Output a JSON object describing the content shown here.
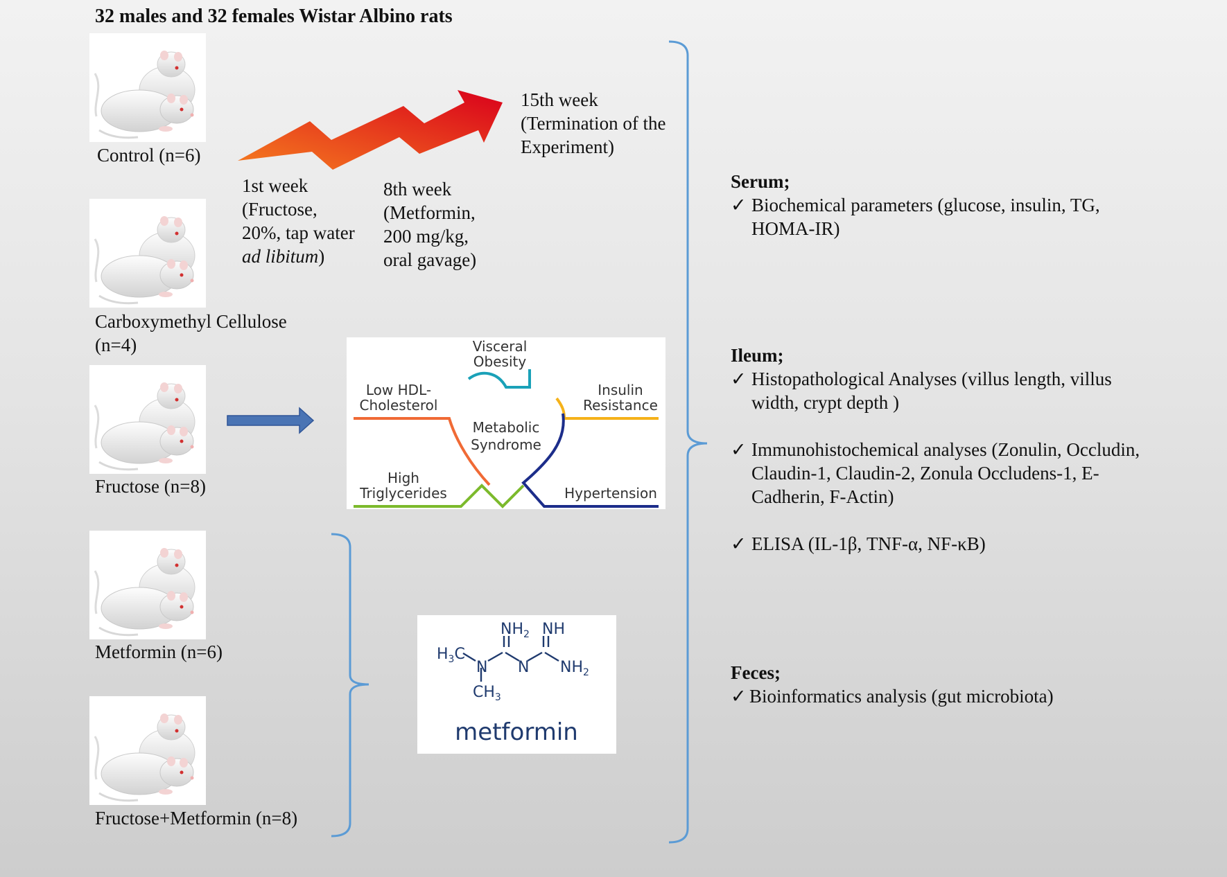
{
  "title": "32 males and 32 females Wistar Albino rats",
  "groups": [
    {
      "label": "Control (n=6)"
    },
    {
      "label_lines": [
        "Carboxymethyl Cellulose",
        "(n=4)"
      ]
    },
    {
      "label": "Fructose (n=8)"
    },
    {
      "label": "Metformin (n=6)"
    },
    {
      "label": "Fructose+Metformin (n=8)"
    }
  ],
  "timeline": {
    "week1": {
      "lines": [
        "1st week",
        "(Fructose,",
        "20%, tap water"
      ],
      "italic_line": "ad libitum",
      "close": ")"
    },
    "week8": {
      "lines": [
        "8th week",
        "(Metformin,",
        "200 mg/kg,",
        "oral gavage)"
      ]
    },
    "week15": {
      "lines": [
        "15th week",
        "(Termination of the",
        "Experiment)"
      ]
    }
  },
  "metabolic_syndrome": {
    "center_lines": [
      "Metabolic",
      "Syndrome"
    ],
    "visceral_obesity": [
      "Visceral",
      "Obesity"
    ],
    "low_hdl": [
      "Low HDL-",
      "Cholesterol"
    ],
    "insulin_resistance": [
      "Insulin",
      "Resistance"
    ],
    "high_tg": [
      "High",
      "Triglycerides"
    ],
    "hypertension": [
      "Hypertension"
    ],
    "colors": {
      "orange": "#f06a35",
      "teal": "#1aa1b8",
      "yellow": "#f5b21a",
      "green": "#7cba2c",
      "navy": "#1c2d8a"
    }
  },
  "metformin_structure": {
    "nh2_top": "NH",
    "nh2_top_sub": "2",
    "nh_top": "NH",
    "h3c": "H",
    "h3c_sub": "3",
    "h3c_c": "C",
    "n_left": "N",
    "n_mid": "N",
    "nh2_right": "NH",
    "nh2_right_sub": "2",
    "ch3": "CH",
    "ch3_sub": "3",
    "name": "metformin"
  },
  "outcomes": {
    "serum": {
      "header": "Serum;",
      "items": [
        {
          "lines": [
            "Biochemical parameters (glucose, insulin, TG,",
            "HOMA-IR)"
          ]
        }
      ]
    },
    "ileum": {
      "header": "Ileum;",
      "items": [
        {
          "lines": [
            "Histopathological Analyses (villus length, villus",
            "width, crypt depth )"
          ]
        },
        {
          "lines": [
            "Immunohistochemical analyses (Zonulin, Occludin,",
            "Claudin-1, Claudin-2, Zonula Occludens-1, E-",
            "Cadherin, F-Actin)"
          ]
        },
        {
          "lines": [
            "ELISA (IL-1β, TNF-α, NF-κB)"
          ]
        }
      ]
    },
    "feces": {
      "header": "Feces;",
      "items": [
        {
          "lines": [
            "Bioinformatics analysis (gut microbiota)"
          ]
        }
      ]
    }
  },
  "check_mark": "✓",
  "colors": {
    "bracket": "#5b9bd5",
    "arrow_start": "#f57c1f",
    "arrow_end": "#d9001b",
    "block_arrow": "#4a74b4"
  }
}
